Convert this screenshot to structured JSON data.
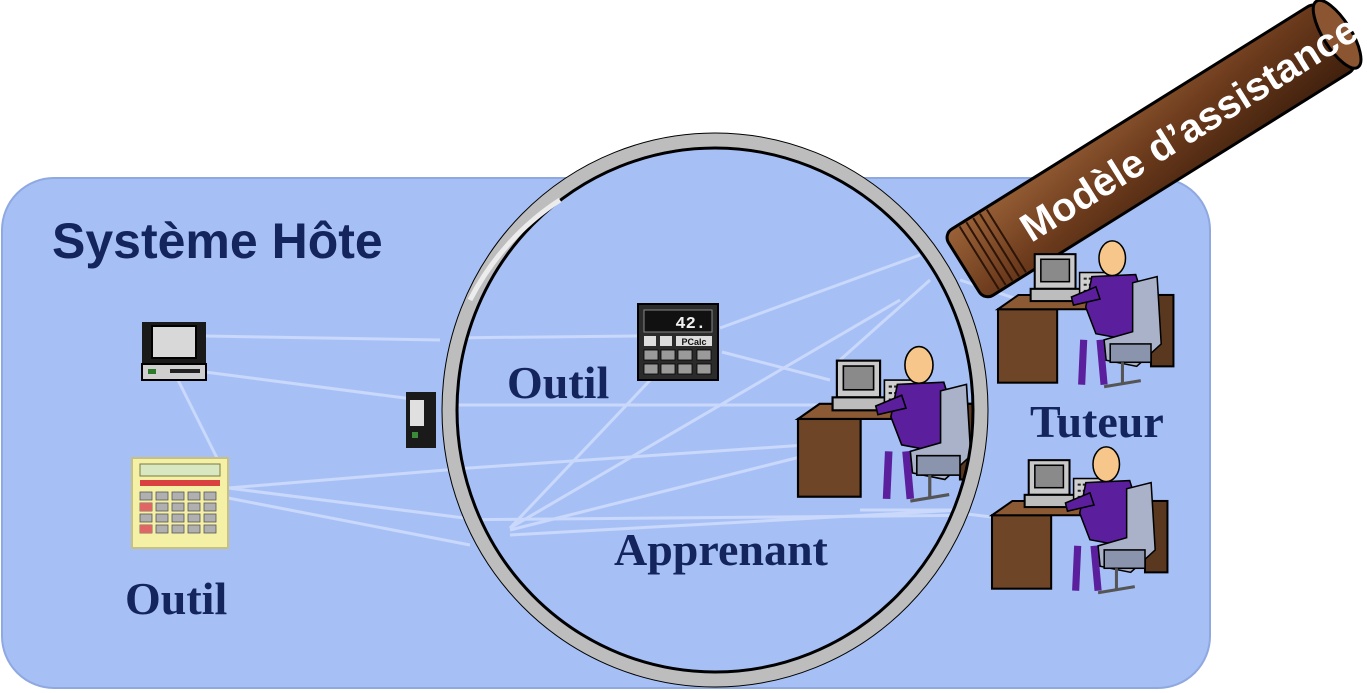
{
  "diagram": {
    "host_system_label": "Système Hôte",
    "tool_label_left": "Outil",
    "tool_label_lens": "Outil",
    "learner_label": "Apprenant",
    "tutor_label": "Tuteur",
    "assistance_model_label": "Modèle d’assistance",
    "calculator_display": "42.",
    "calculator_button": "PCalc"
  },
  "colors": {
    "host_panel": "#a6c0f6",
    "text_navy": "#14245c",
    "lens_rim": "#b8b8b8",
    "handle_brown": "#6b3a1c",
    "person_purple": "#5b1f9e",
    "desk_brown": "#7a4e2c"
  },
  "icons": [
    "computer-icon",
    "calculator-icon",
    "pcalc-calculator-icon",
    "magnifier-icon",
    "learner-workstation-icon",
    "tutor-workstation-icon"
  ]
}
